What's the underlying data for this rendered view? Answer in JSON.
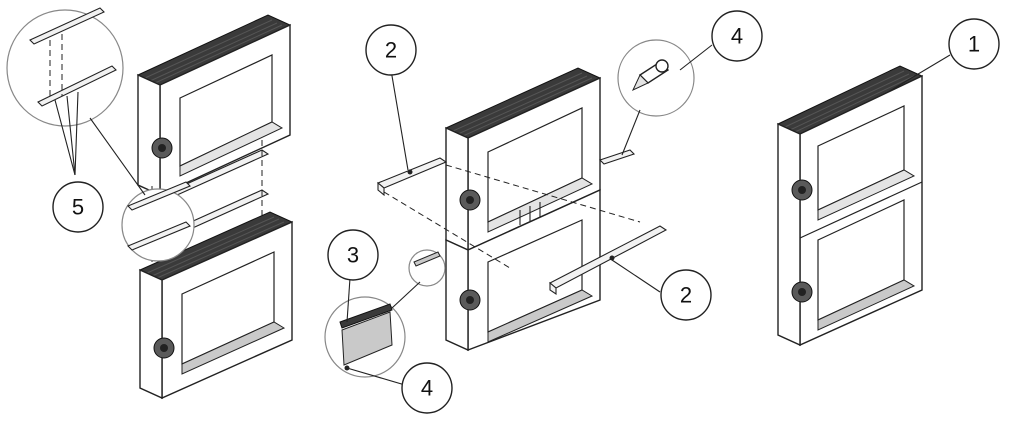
{
  "callouts": [
    {
      "id": "c1",
      "label": "1"
    },
    {
      "id": "c2a",
      "label": "2"
    },
    {
      "id": "c2b",
      "label": "2"
    },
    {
      "id": "c3",
      "label": "3"
    },
    {
      "id": "c4a",
      "label": "4"
    },
    {
      "id": "c4b",
      "label": "4"
    },
    {
      "id": "c5",
      "label": "5"
    }
  ]
}
